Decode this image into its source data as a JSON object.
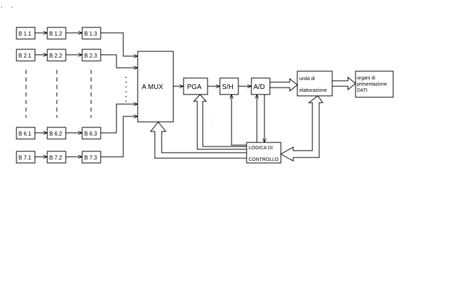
{
  "corner_marks": [
    ".",
    "."
  ],
  "blocks": {
    "b11": "B 1.1",
    "b12": "B 1.2",
    "b13": "B 1.3",
    "b21": "B 2.1",
    "b22": "B 2.2",
    "b23": "B 2.3",
    "b61": "B 6.1",
    "b62": "B 6.2",
    "b63": "B 6.3",
    "b71": "B 7.1",
    "b72": "B 7.2",
    "b73": "B 7.3"
  },
  "amux": "A MUX",
  "pga": "PGA",
  "sh": "S/H",
  "ad": "A/D",
  "unita": [
    "unità di",
    "elaborazione"
  ],
  "organi": [
    "organi di",
    "presentazione",
    "DATI"
  ],
  "logica": [
    "LOGICA DI",
    "CONTROLLO"
  ],
  "stray_dot": "."
}
